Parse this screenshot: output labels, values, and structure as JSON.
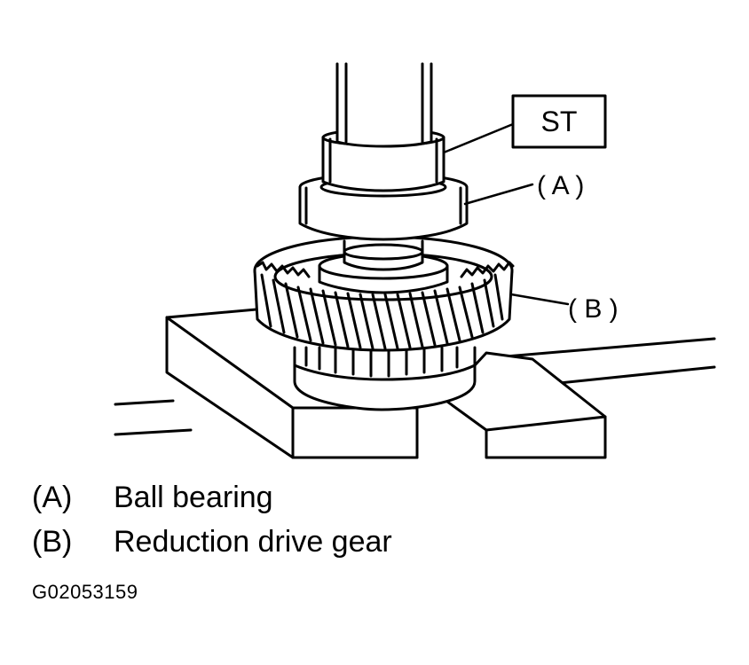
{
  "callouts": {
    "st": "ST",
    "a": "( A )",
    "b": "( B )"
  },
  "legend": [
    {
      "key": "(A)",
      "label": "Ball bearing"
    },
    {
      "key": "(B)",
      "label": "Reduction drive gear"
    }
  ],
  "figure_id": "G02053159"
}
